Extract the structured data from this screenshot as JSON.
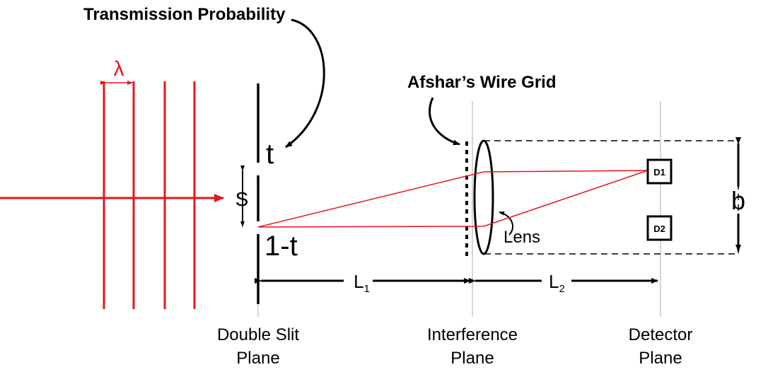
{
  "labels": {
    "transmission_probability": "Transmission Probability",
    "wavelength": "λ",
    "t": "t",
    "one_minus_t": "1-t",
    "slit_separation": "S",
    "afshar_wire_grid": "Afshar’s Wire Grid",
    "lens": "Lens",
    "d1": "D1",
    "d2": "D2",
    "b": "b",
    "l1_main": "L",
    "l1_sub": "1",
    "l2_main": "L",
    "l2_sub": "2",
    "double_slit_line1": "Double Slit",
    "double_slit_line2": "Plane",
    "interference_line1": "Interference",
    "interference_line2": "Plane",
    "detector_line1": "Detector",
    "detector_line2": "Plane"
  },
  "colors": {
    "beam": "#e8141c",
    "ink": "#000000",
    "plane_line": "#c8c8c8"
  }
}
